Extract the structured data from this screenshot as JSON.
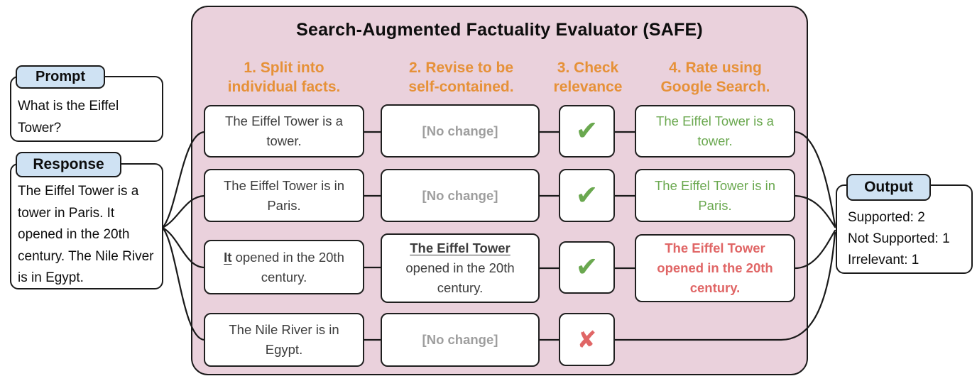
{
  "safe_panel": {
    "title": "Search-Augmented Factuality Evaluator (SAFE)",
    "steps": [
      {
        "label": "1. Split into individual facts."
      },
      {
        "label": "2. Revise to be self-contained."
      },
      {
        "label": "3. Check relevance"
      },
      {
        "label": "4. Rate using Google Search."
      }
    ]
  },
  "prompt": {
    "label": "Prompt",
    "text": "What is the Eiffel Tower?"
  },
  "response": {
    "label": "Response",
    "text": "The Eiffel Tower is a tower in Paris. It opened in the 20th century. The Nile River is in Egypt."
  },
  "output": {
    "label": "Output",
    "lines": [
      "Supported: 2",
      "Not Supported: 1",
      "Irrelevant: 1"
    ]
  },
  "rows": [
    {
      "fact": {
        "highlight": "",
        "text": "The Eiffel Tower is a tower."
      },
      "revision": {
        "highlight": "",
        "text": "[No change]"
      },
      "relevant": true,
      "rating": {
        "text": "The Eiffel Tower is a tower.",
        "status": "supported"
      }
    },
    {
      "fact": {
        "highlight": "",
        "text": "The Eiffel Tower is in Paris."
      },
      "revision": {
        "highlight": "",
        "text": "[No change]"
      },
      "relevant": true,
      "rating": {
        "text": "The Eiffel Tower is in Paris.",
        "status": "supported"
      }
    },
    {
      "fact": {
        "highlight": "It",
        "text": " opened in the 20th century."
      },
      "revision": {
        "highlight": "The Eiffel Tower",
        "text": " opened in the 20th century."
      },
      "relevant": true,
      "rating": {
        "text": "The Eiffel Tower opened in the 20th century.",
        "status": "not-supported"
      }
    },
    {
      "fact": {
        "highlight": "",
        "text": "The Nile River is in Egypt."
      },
      "revision": {
        "highlight": "",
        "text": "[No change]"
      },
      "relevant": false,
      "rating": null
    }
  ],
  "icons": {
    "check": "✔",
    "cross": "✘"
  },
  "colors": {
    "panel_pink": "#ead1dc",
    "step_orange": "#e69138",
    "label_blue": "#cfe2f3",
    "supported_green": "#6aa84f",
    "not_supported_red": "#e06666",
    "no_change_gray": "#9e9e9e",
    "line_black": "#1a1a1a"
  }
}
